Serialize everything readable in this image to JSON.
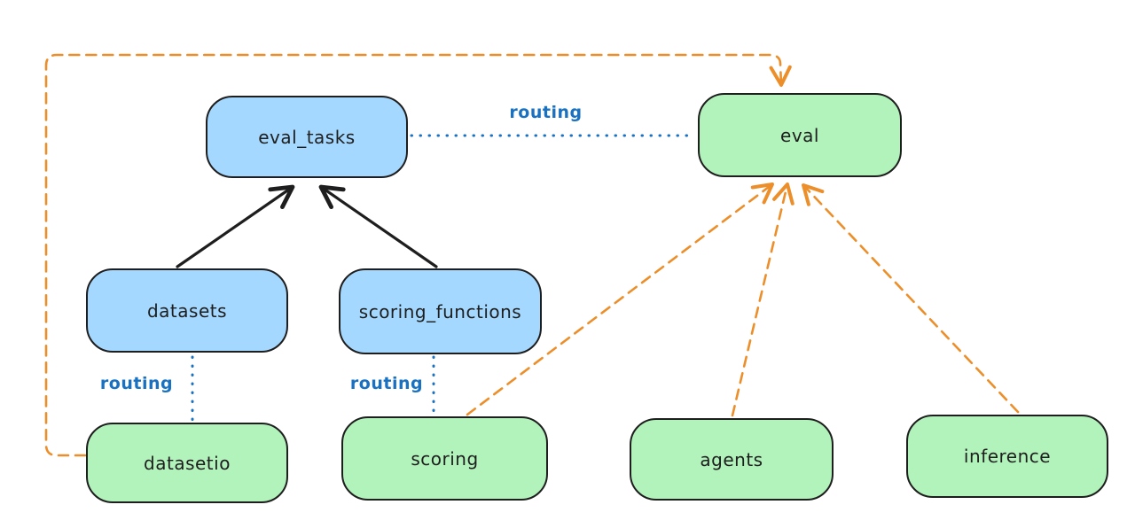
{
  "diagram": {
    "background_color": "#ffffff",
    "colors": {
      "api_fill_blue": "#a5d8ff",
      "provider_fill_green": "#b2f2bb",
      "node_stroke": "#1e1e1e",
      "solid_arrow": "#1e1e1e",
      "routing_blue": "#1971c2",
      "provider_dashed_orange": "#ec8f2b"
    },
    "nodes": [
      {
        "id": "eval_tasks",
        "label": "eval_tasks",
        "color": "blue"
      },
      {
        "id": "datasets",
        "label": "datasets",
        "color": "blue"
      },
      {
        "id": "scoring_functions",
        "label": "scoring_functions",
        "color": "blue"
      },
      {
        "id": "eval",
        "label": "eval",
        "color": "green"
      },
      {
        "id": "datasetio",
        "label": "datasetio",
        "color": "green"
      },
      {
        "id": "scoring",
        "label": "scoring",
        "color": "green"
      },
      {
        "id": "agents",
        "label": "agents",
        "color": "green"
      },
      {
        "id": "inference",
        "label": "inference",
        "color": "green"
      }
    ],
    "edges": [
      {
        "from": "datasets",
        "to": "eval_tasks",
        "style": "solid-black-arrow",
        "label": ""
      },
      {
        "from": "scoring_functions",
        "to": "eval_tasks",
        "style": "solid-black-arrow",
        "label": ""
      },
      {
        "from": "eval_tasks",
        "to": "eval",
        "style": "dotted-blue",
        "label": "routing"
      },
      {
        "from": "datasets",
        "to": "datasetio",
        "style": "dotted-blue",
        "label": "routing"
      },
      {
        "from": "scoring_functions",
        "to": "scoring",
        "style": "dotted-blue",
        "label": "routing"
      },
      {
        "from": "datasetio",
        "to": "eval",
        "style": "dashed-orange-arrow",
        "label": ""
      },
      {
        "from": "scoring",
        "to": "eval",
        "style": "dashed-orange-arrow",
        "label": ""
      },
      {
        "from": "agents",
        "to": "eval",
        "style": "dashed-orange-arrow",
        "label": ""
      },
      {
        "from": "inference",
        "to": "eval",
        "style": "dashed-orange-arrow",
        "label": ""
      }
    ]
  }
}
